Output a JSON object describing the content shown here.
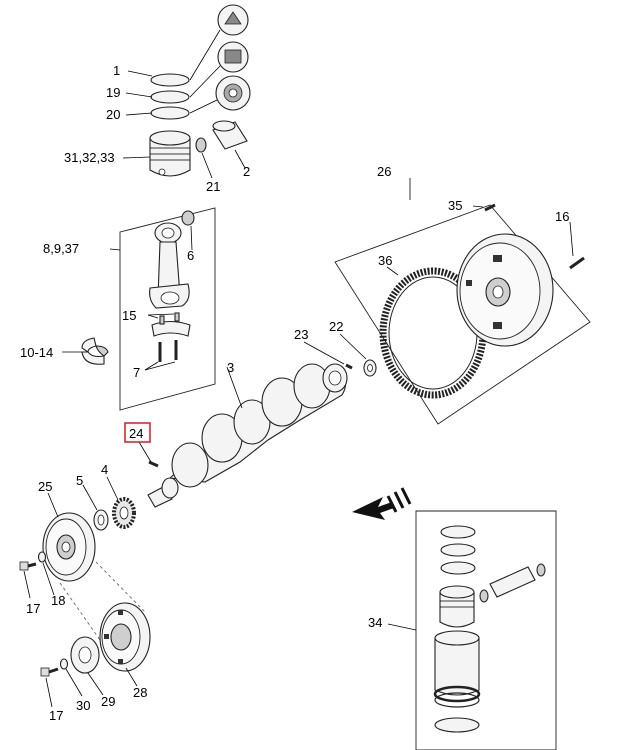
{
  "callouts": {
    "c1": "1",
    "c19": "19",
    "c20": "20",
    "c31": "31,32,33",
    "c21": "21",
    "c2": "2",
    "c26": "26",
    "c35": "35",
    "c16": "16",
    "c36": "36",
    "c8": "8,9,37",
    "c6": "6",
    "c15": "15",
    "c10": "10-14",
    "c7": "7",
    "c23": "23",
    "c22": "22",
    "c3": "3",
    "c24": "24",
    "c4": "4",
    "c5": "5",
    "c25": "25",
    "c17a": "17",
    "c18": "18",
    "c34": "34",
    "c17b": "17",
    "c30": "30",
    "c29": "29",
    "c28": "28"
  },
  "highlight": {
    "label": "24",
    "color": "#e0262f"
  },
  "icons": [
    "piston-ring-profile-icon",
    "direction-arrow-icon"
  ]
}
